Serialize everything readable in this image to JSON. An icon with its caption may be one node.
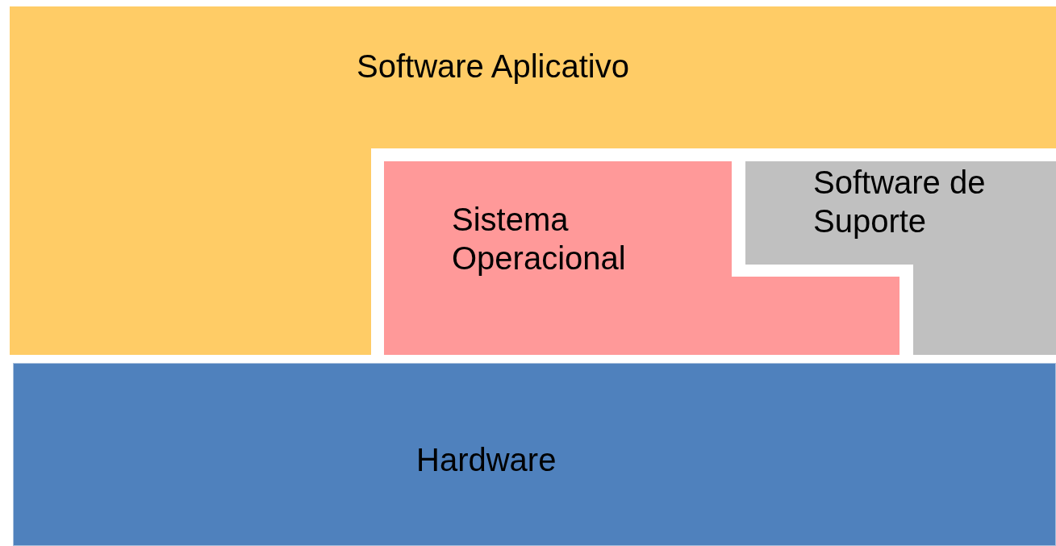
{
  "diagram": {
    "nodes": [
      {
        "text": [
          "Software Aplicativo"
        ]
      },
      {
        "text": [
          "Sistema Operacional"
        ]
      },
      {
        "text": [
          "Software de Suporte"
        ]
      },
      {
        "text": [
          "Hardware"
        ]
      }
    ]
  }
}
